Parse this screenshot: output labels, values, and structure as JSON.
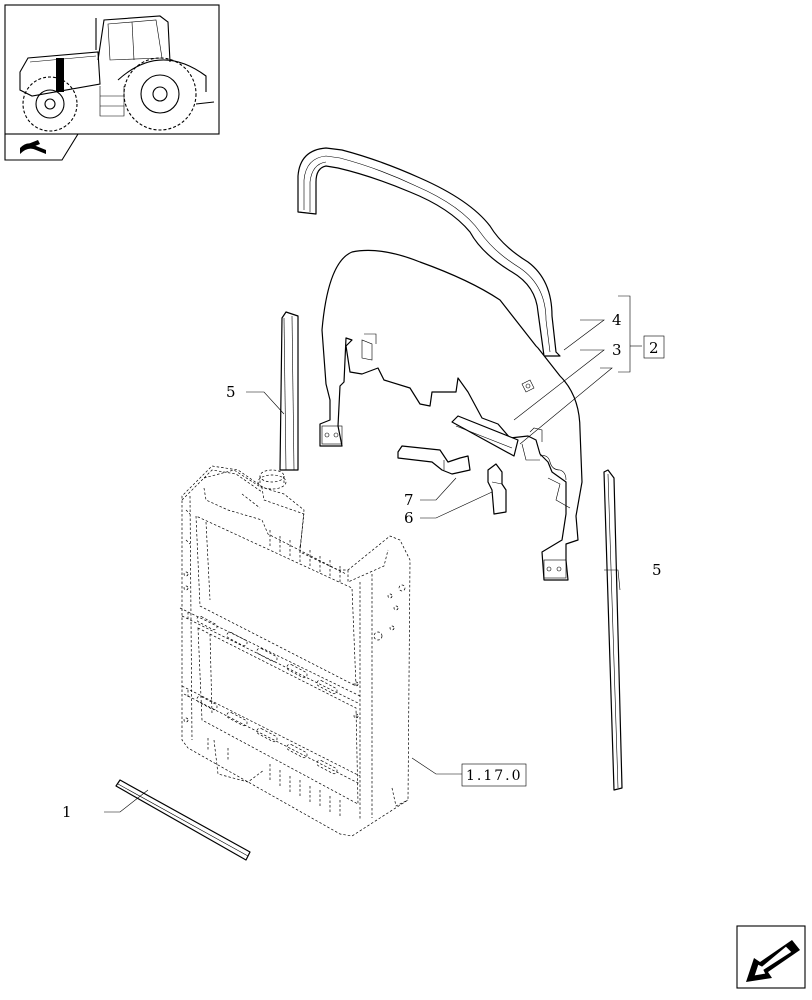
{
  "callouts": [
    {
      "id": "c1",
      "text": "1"
    },
    {
      "id": "c2",
      "text": "2"
    },
    {
      "id": "c3",
      "text": "3"
    },
    {
      "id": "c4",
      "text": "4"
    },
    {
      "id": "c5a",
      "text": "5"
    },
    {
      "id": "c5b",
      "text": "5"
    },
    {
      "id": "c6",
      "text": "6"
    },
    {
      "id": "c7",
      "text": "7"
    }
  ],
  "reference": {
    "text": "1.17.0"
  },
  "icons": {
    "thumbnail": "tractor-thumbnail-icon",
    "section": "section-marker-icon",
    "navigation": "next-page-arrow-icon"
  }
}
